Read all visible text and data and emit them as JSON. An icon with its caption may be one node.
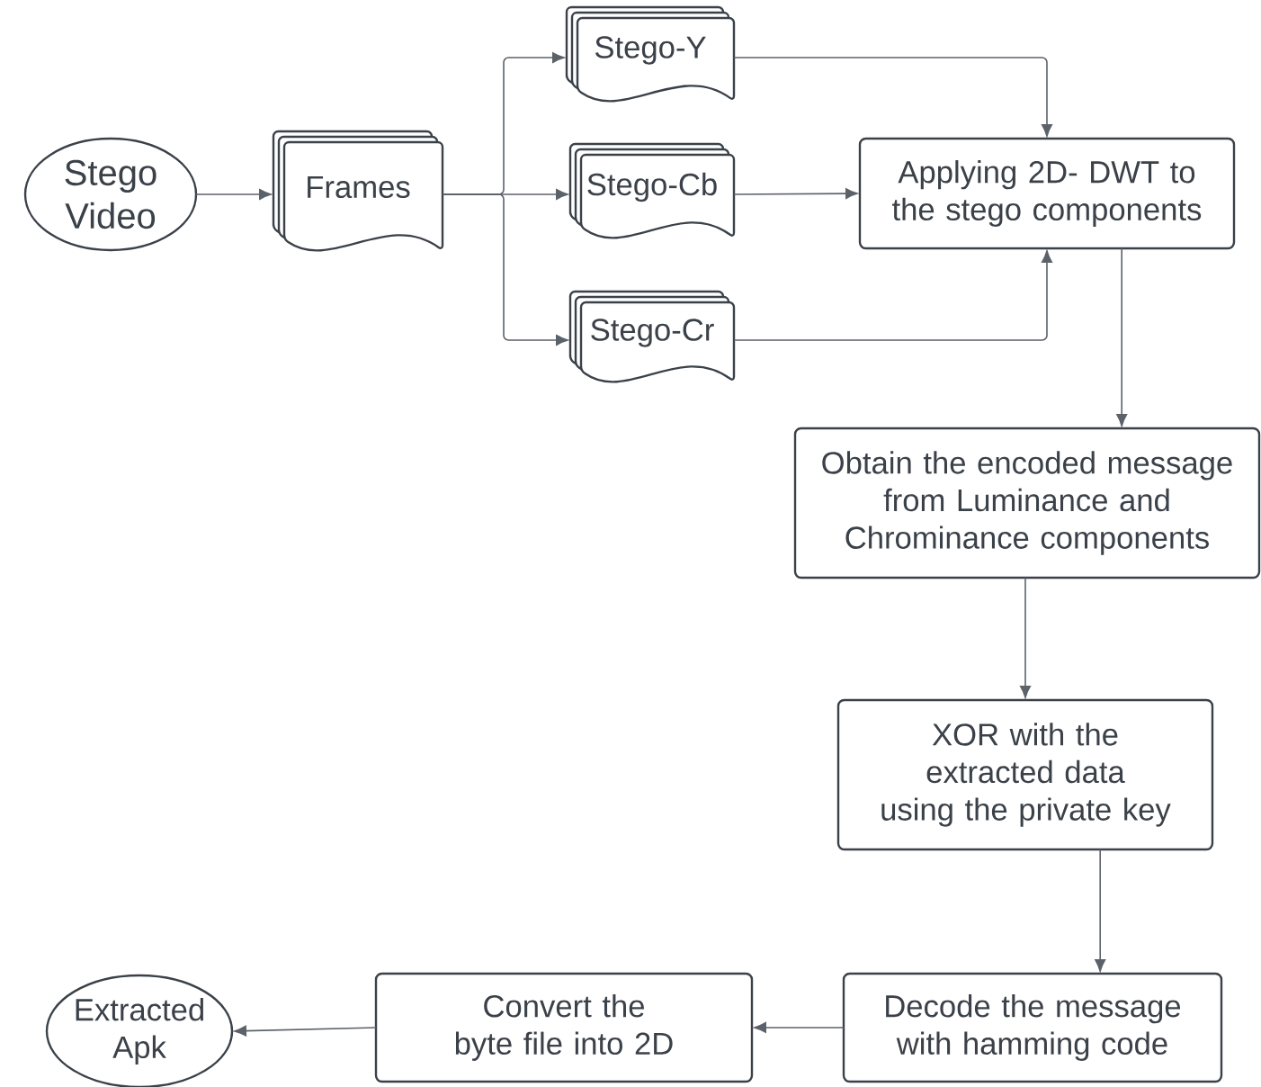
{
  "diagram": {
    "nodes": [
      {
        "text": [
          "Stego Video"
        ]
      },
      {
        "text": [
          "Frames"
        ]
      },
      {
        "text": [
          "Stego-Y"
        ]
      },
      {
        "text": [
          "Stego-Cb"
        ]
      },
      {
        "text": [
          "Stego-Cr"
        ]
      },
      {
        "text": [
          "Applying 2D- DWT to the stego components"
        ]
      },
      {
        "text": [
          "Obtain the encoded message from Luminance and Chrominance components"
        ]
      },
      {
        "text": [
          "XOR with the extracted data using the private key"
        ]
      },
      {
        "text": [
          "Decode the message with hamming code"
        ]
      },
      {
        "text": [
          "Convert the byte file into 2D"
        ]
      },
      {
        "text": [
          "Extracted Apk"
        ]
      }
    ],
    "edges": [
      {
        "from": 0,
        "to": 1,
        "arrow": "to"
      },
      {
        "from": 1,
        "to": 2,
        "arrow": "to"
      },
      {
        "from": 1,
        "to": 3,
        "arrow": "to"
      },
      {
        "from": 1,
        "to": 4,
        "arrow": "to"
      },
      {
        "from": 2,
        "to": 5,
        "arrow": "to"
      },
      {
        "from": 3,
        "to": 5,
        "arrow": "to"
      },
      {
        "from": 4,
        "to": 5,
        "arrow": "to"
      },
      {
        "from": 5,
        "to": 6,
        "arrow": "to"
      },
      {
        "from": 6,
        "to": 7,
        "arrow": "to"
      },
      {
        "from": 7,
        "to": 8,
        "arrow": "to"
      },
      {
        "from": 8,
        "to": 9,
        "arrow": "to"
      },
      {
        "from": 9,
        "to": 10,
        "arrow": "to"
      }
    ]
  }
}
